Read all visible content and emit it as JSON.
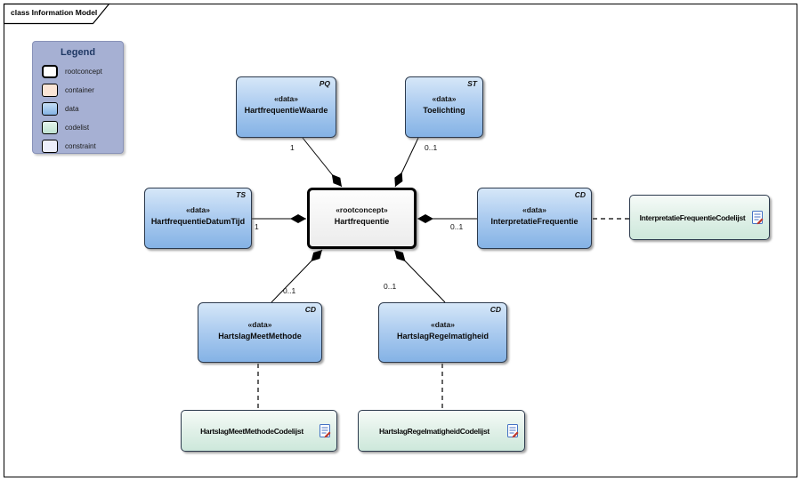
{
  "frame": {
    "tab_label": "class Information Model"
  },
  "legend": {
    "title": "Legend",
    "items": [
      {
        "label": "rootconcept",
        "fill": "#ffffff"
      },
      {
        "label": "container",
        "fill": "#fbe5d6"
      },
      {
        "label": "data",
        "fill": "#8fc3ea"
      },
      {
        "label": "codelist",
        "fill": "#bfe3d2"
      },
      {
        "label": "constraint",
        "fill": "#eceefb"
      }
    ]
  },
  "nodes": {
    "root": {
      "stereotype": "«rootconcept»",
      "name": "Hartfrequentie"
    },
    "waarde": {
      "stereotype": "«data»",
      "name": "HartfrequentieWaarde",
      "type_tag": "PQ"
    },
    "toelichting": {
      "stereotype": "«data»",
      "name": "Toelichting",
      "type_tag": "ST"
    },
    "datumtijd": {
      "stereotype": "«data»",
      "name": "HartfrequentieDatumTijd",
      "type_tag": "TS"
    },
    "interpretatie": {
      "stereotype": "«data»",
      "name": "InterpretatieFrequentie",
      "type_tag": "CD"
    },
    "meetmethode": {
      "stereotype": "«data»",
      "name": "HartslagMeetMethode",
      "type_tag": "CD"
    },
    "regelmatigheid": {
      "stereotype": "«data»",
      "name": "HartslagRegelmatigheid",
      "type_tag": "CD"
    }
  },
  "codelists": [
    {
      "name": "InterpretatieFrequentieCodelijst"
    },
    {
      "name": "HartslagMeetMethodeCodelijst"
    },
    {
      "name": "HartslagRegelmatigheidCodelijst"
    }
  ],
  "multiplicities": {
    "waarde": "1",
    "toelichting": "0..1",
    "datumtijd": "1",
    "interpretatie": "0..1",
    "meetmethode": "0..1",
    "regelmatigheid": "0..1"
  },
  "relations": [
    {
      "from": "HartfrequentieWaarde",
      "to": "Hartfrequentie",
      "type": "composition",
      "multiplicity": "1"
    },
    {
      "from": "Toelichting",
      "to": "Hartfrequentie",
      "type": "composition",
      "multiplicity": "0..1"
    },
    {
      "from": "HartfrequentieDatumTijd",
      "to": "Hartfrequentie",
      "type": "composition",
      "multiplicity": "1"
    },
    {
      "from": "InterpretatieFrequentie",
      "to": "Hartfrequentie",
      "type": "composition",
      "multiplicity": "0..1"
    },
    {
      "from": "HartslagMeetMethode",
      "to": "Hartfrequentie",
      "type": "composition",
      "multiplicity": "0..1"
    },
    {
      "from": "HartslagRegelmatigheid",
      "to": "Hartfrequentie",
      "type": "composition",
      "multiplicity": "0..1"
    },
    {
      "from": "InterpretatieFrequentie",
      "to": "InterpretatieFrequentieCodelijst",
      "type": "dashed-link"
    },
    {
      "from": "HartslagMeetMethode",
      "to": "HartslagMeetMethodeCodelijst",
      "type": "dashed-link"
    },
    {
      "from": "HartslagRegelmatigheid",
      "to": "HartslagRegelmatigheidCodelijst",
      "type": "dashed-link"
    }
  ],
  "colors": {
    "legend_bg": "#a6b0d3",
    "legend_title": "#1f3864",
    "data_fill_top": "#d6e7f8",
    "data_fill_bottom": "#84b2e5",
    "codelist_fill_top": "#f6fbf8",
    "codelist_fill_bottom": "#cde8db",
    "container_fill": "#fbe5d6",
    "constraint_fill": "#eceefb",
    "line": "#000000"
  }
}
